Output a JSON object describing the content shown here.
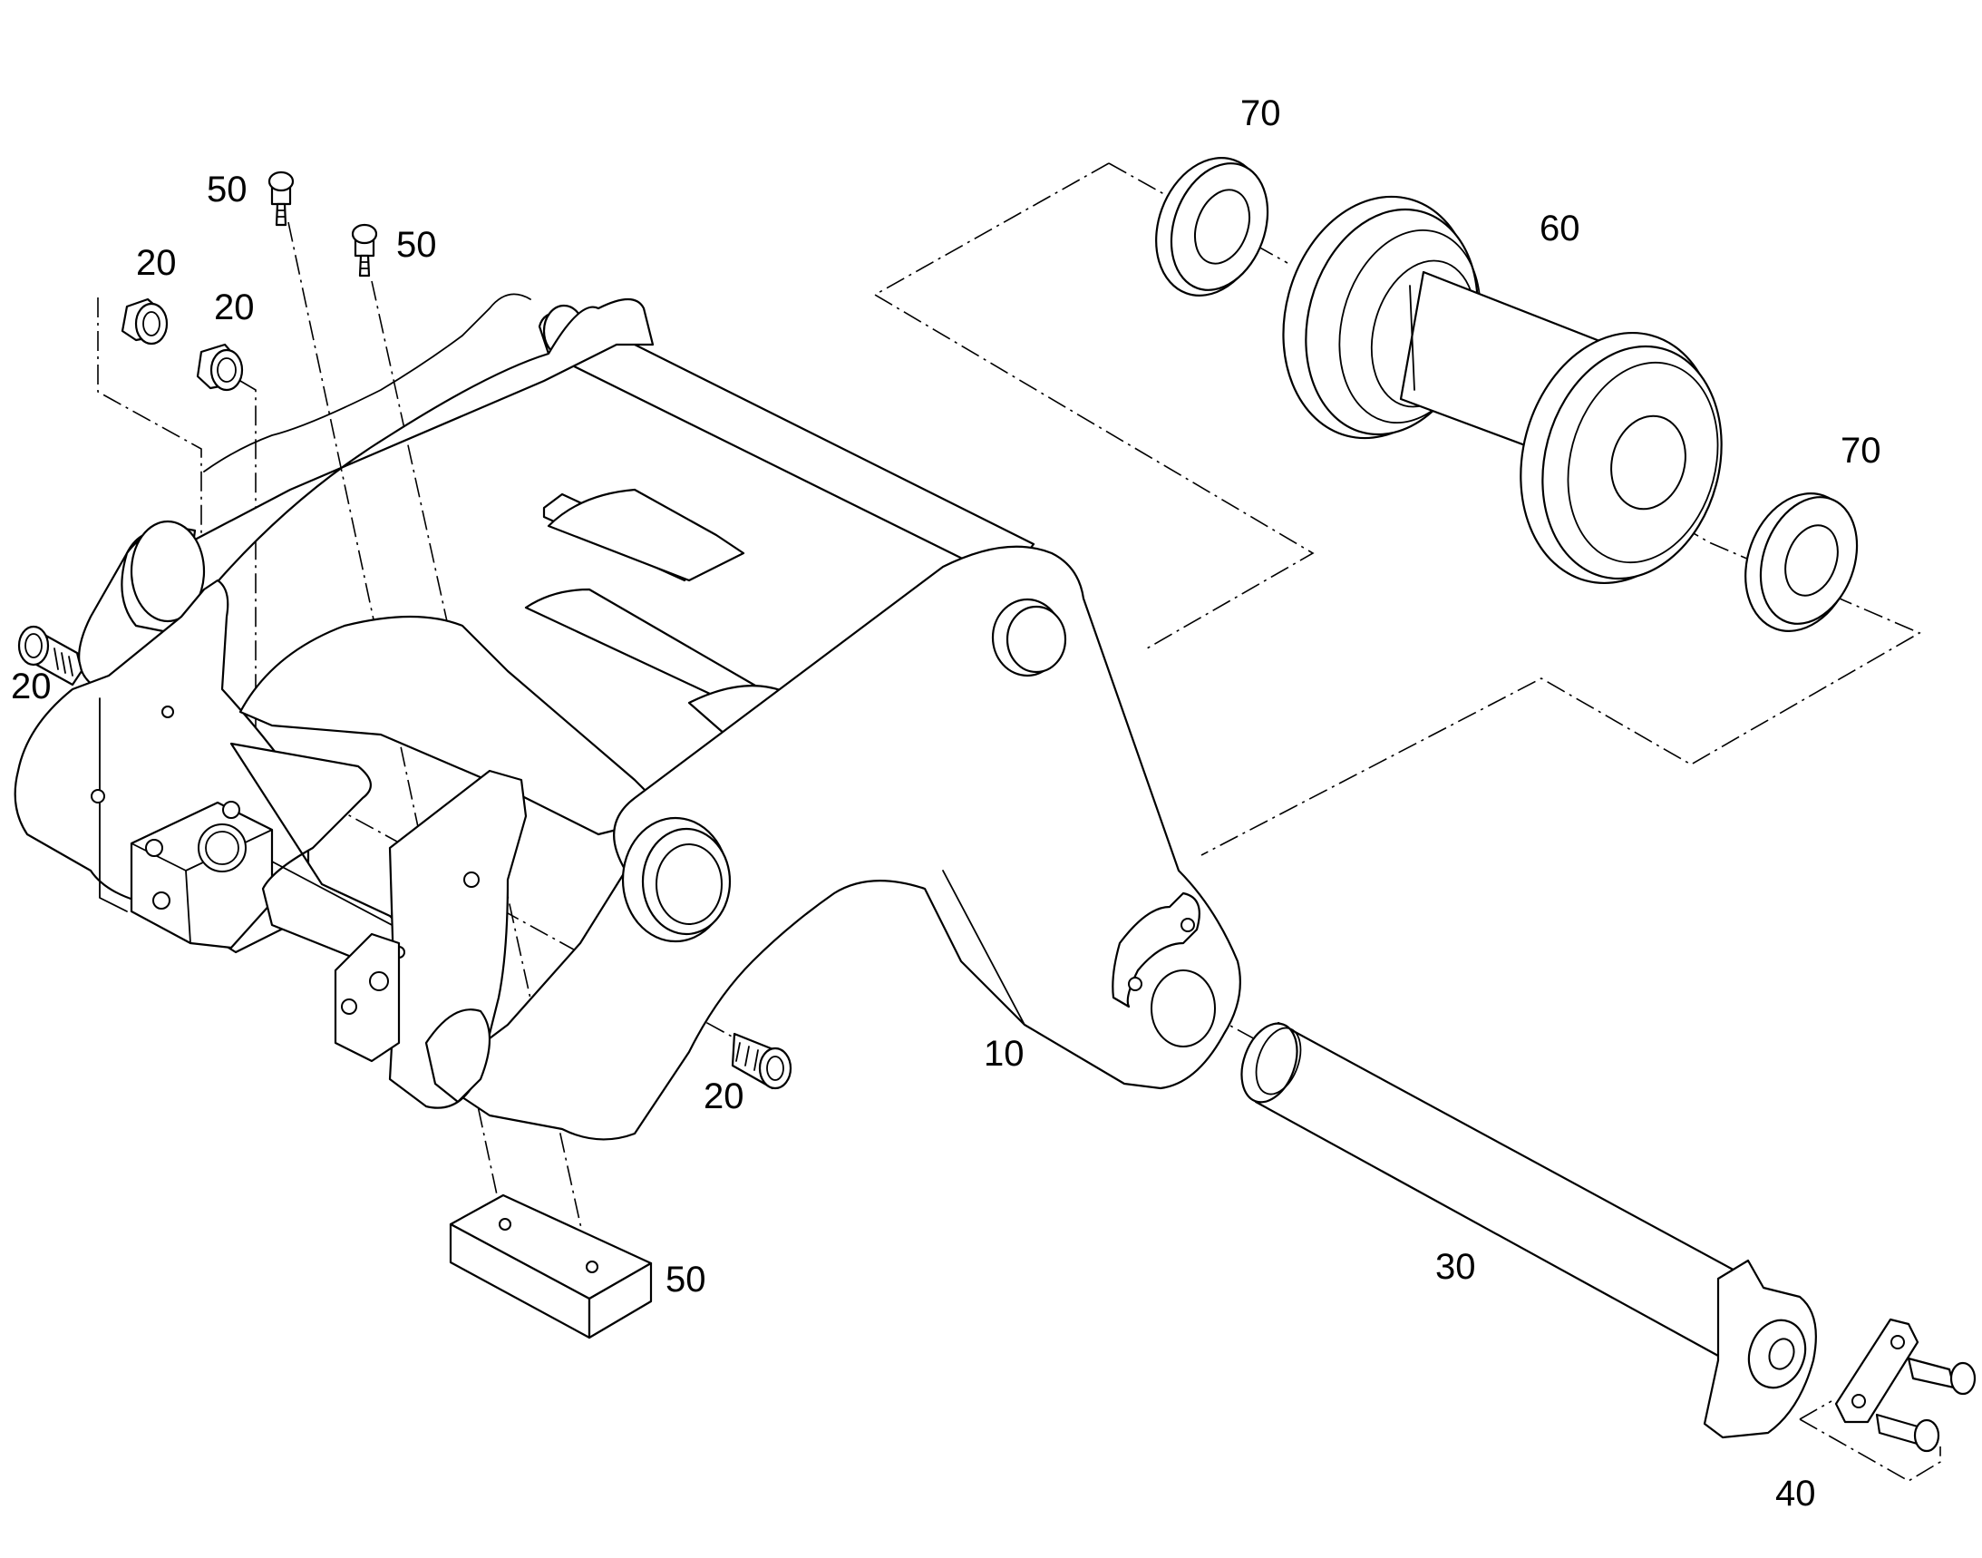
{
  "callouts": {
    "frame": "10",
    "screw_left": "20",
    "bushing_a": "20",
    "bushing_b": "20",
    "screw_right": "20",
    "pin": "30",
    "retainer": "40",
    "bolt_a": "50",
    "bolt_b": "50",
    "pad": "50",
    "roller": "60",
    "washer_top": "70",
    "washer_right": "70"
  },
  "colors": {
    "line": "#000000",
    "paper": "#ffffff"
  }
}
